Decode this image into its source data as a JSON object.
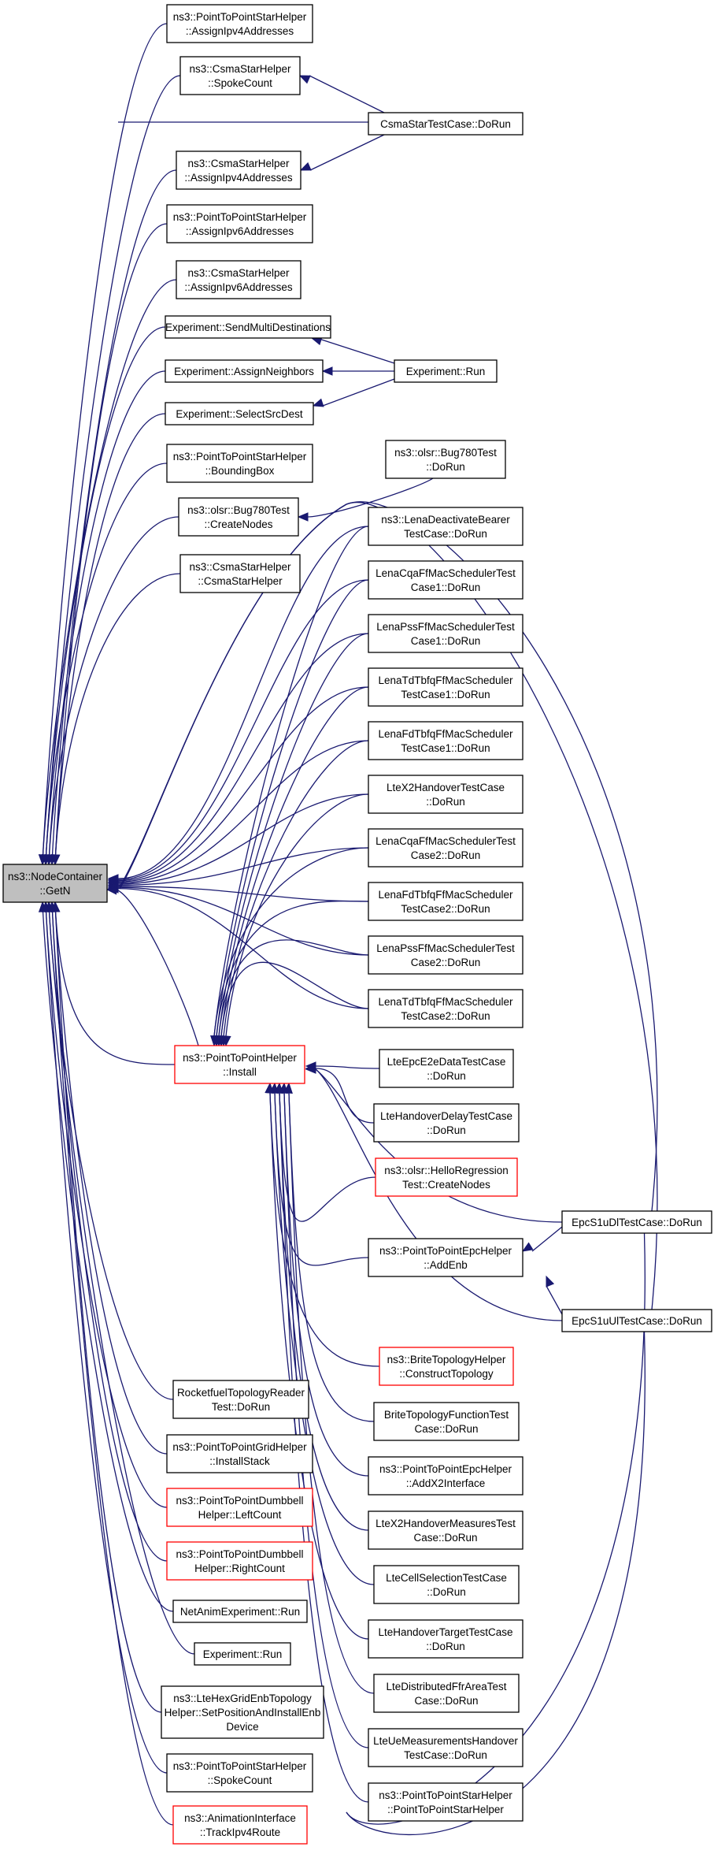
{
  "root": {
    "line1": "ns3::NodeContainer",
    "line2": "::GetN"
  },
  "nodes": [
    {
      "line1": "ns3::PointToPointStarHelper",
      "line2": "::AssignIpv4Addresses"
    },
    {
      "line1": "ns3::CsmaStarHelper",
      "line2": "::SpokeCount"
    },
    {
      "line1": "CsmaStarTestCase::DoRun",
      "line2": ""
    },
    {
      "line1": "ns3::CsmaStarHelper",
      "line2": "::AssignIpv4Addresses"
    },
    {
      "line1": "ns3::PointToPointStarHelper",
      "line2": "::AssignIpv6Addresses"
    },
    {
      "line1": "ns3::CsmaStarHelper",
      "line2": "::AssignIpv6Addresses"
    },
    {
      "line1": "Experiment::SendMultiDestinations",
      "line2": ""
    },
    {
      "line1": "Experiment::AssignNeighbors",
      "line2": ""
    },
    {
      "line1": "Experiment::Run",
      "line2": ""
    },
    {
      "line1": "Experiment::SelectSrcDest",
      "line2": ""
    },
    {
      "line1": "ns3::olsr::Bug780Test",
      "line2": "::DoRun"
    },
    {
      "line1": "ns3::PointToPointStarHelper",
      "line2": "::BoundingBox"
    },
    {
      "line1": "ns3::olsr::Bug780Test",
      "line2": "::CreateNodes"
    },
    {
      "line1": "ns3::LenaDeactivateBearer",
      "line2": "TestCase::DoRun"
    },
    {
      "line1": "ns3::CsmaStarHelper",
      "line2": "::CsmaStarHelper"
    },
    {
      "line1": "LenaCqaFfMacSchedulerTest",
      "line2": "Case1::DoRun"
    },
    {
      "line1": "LenaPssFfMacSchedulerTest",
      "line2": "Case1::DoRun"
    },
    {
      "line1": "LenaTdTbfqFfMacScheduler",
      "line2": "TestCase1::DoRun"
    },
    {
      "line1": "LenaFdTbfqFfMacScheduler",
      "line2": "TestCase1::DoRun"
    },
    {
      "line1": "LteX2HandoverTestCase",
      "line2": "::DoRun"
    },
    {
      "line1": "LenaCqaFfMacSchedulerTest",
      "line2": "Case2::DoRun"
    },
    {
      "line1": "LenaFdTbfqFfMacScheduler",
      "line2": "TestCase2::DoRun"
    },
    {
      "line1": "LenaPssFfMacSchedulerTest",
      "line2": "Case2::DoRun"
    },
    {
      "line1": "LenaTdTbfqFfMacScheduler",
      "line2": "TestCase2::DoRun"
    },
    {
      "line1": "ns3::PointToPointHelper",
      "line2": "::Install"
    },
    {
      "line1": "LteEpcE2eDataTestCase",
      "line2": "::DoRun"
    },
    {
      "line1": "LteHandoverDelayTestCase",
      "line2": "::DoRun"
    },
    {
      "line1": "ns3::olsr::HelloRegression",
      "line2": "Test::CreateNodes"
    },
    {
      "line1": "EpcS1uDlTestCase::DoRun",
      "line2": ""
    },
    {
      "line1": "ns3::PointToPointEpcHelper",
      "line2": "::AddEnb"
    },
    {
      "line1": "EpcS1uUlTestCase::DoRun",
      "line2": ""
    },
    {
      "line1": "ns3::BriteTopologyHelper",
      "line2": "::ConstructTopology"
    },
    {
      "line1": "RocketfuelTopologyReader",
      "line2": "Test::DoRun"
    },
    {
      "line1": "BriteTopologyFunctionTest",
      "line2": "Case::DoRun"
    },
    {
      "line1": "ns3::PointToPointGridHelper",
      "line2": "::InstallStack"
    },
    {
      "line1": "ns3::PointToPointEpcHelper",
      "line2": "::AddX2Interface"
    },
    {
      "line1": "ns3::PointToPointDumbbell",
      "line2": "Helper::LeftCount"
    },
    {
      "line1": "LteX2HandoverMeasuresTest",
      "line2": "Case::DoRun"
    },
    {
      "line1": "ns3::PointToPointDumbbell",
      "line2": "Helper::RightCount"
    },
    {
      "line1": "LteCellSelectionTestCase",
      "line2": "::DoRun"
    },
    {
      "line1": "NetAnimExperiment::Run",
      "line2": ""
    },
    {
      "line1": "LteHandoverTargetTestCase",
      "line2": "::DoRun"
    },
    {
      "line1": "Experiment::Run",
      "line2": ""
    },
    {
      "line1": "LteDistributedFfrAreaTest",
      "line2": "Case::DoRun"
    },
    {
      "line1": "ns3::LteHexGridEnbTopology",
      "line2": "Helper::SetPositionAndInstallEnb",
      "line3": "Device"
    },
    {
      "line1": "LteUeMeasurementsHandover",
      "line2": "TestCase::DoRun"
    },
    {
      "line1": "ns3::PointToPointStarHelper",
      "line2": "::SpokeCount"
    },
    {
      "line1": "ns3::PointToPointStarHelper",
      "line2": "::PointToPointStarHelper"
    },
    {
      "line1": "ns3::AnimationInterface",
      "line2": "::TrackIpv4Route"
    }
  ],
  "colors": {
    "edge": "#191970",
    "border": "#000000",
    "border_highlight": "#ff0000",
    "root_fill": "#bfbfbf"
  }
}
